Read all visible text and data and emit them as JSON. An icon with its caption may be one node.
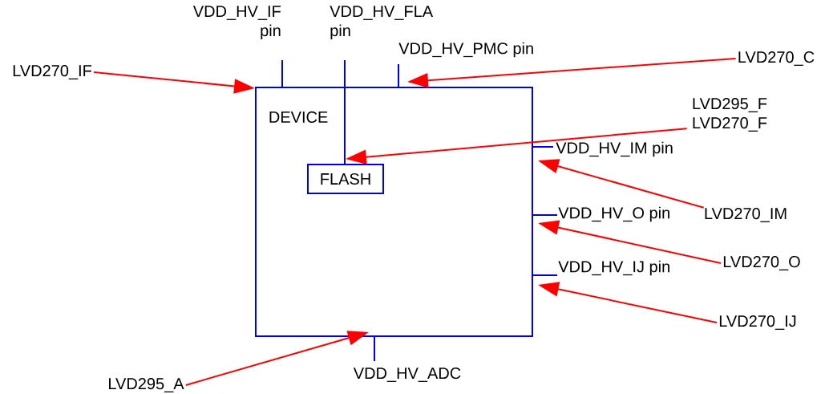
{
  "diagram": {
    "nodes": [
      {
        "text": [
          "DEVICE"
        ]
      },
      {
        "text": [
          "FLASH"
        ],
        "in": 0
      },
      {
        "text": [
          "LVD270_IF"
        ]
      },
      {
        "text": [
          "LVD270_C"
        ]
      },
      {
        "text": [
          "LVD295_F",
          "LVD270_F"
        ]
      },
      {
        "text": [
          "LVD270_IM"
        ]
      },
      {
        "text": [
          "LVD270_O"
        ]
      },
      {
        "text": [
          "LVD270_IJ"
        ]
      },
      {
        "text": [
          "LVD295_A"
        ]
      }
    ],
    "edges": [
      {
        "from": 2,
        "to": 0,
        "arrow": "to"
      },
      {
        "from": 3,
        "to": 0,
        "arrow": "to"
      },
      {
        "from": 4,
        "to": 1,
        "arrow": "to"
      },
      {
        "from": 5,
        "to": 0,
        "arrow": "to"
      },
      {
        "from": 6,
        "to": 0,
        "arrow": "to"
      },
      {
        "from": 7,
        "to": 0,
        "arrow": "to"
      },
      {
        "from": 8,
        "to": 0,
        "arrow": "to"
      }
    ],
    "labels": [
      "VDD_HV_IF pin",
      "VDD_HV_FLA pin",
      "VDD_HV_PMC pin",
      "VDD_HV_IM pin",
      "VDD_HV_O pin",
      "VDD_HV_IJ pin",
      "VDD_HV_ADC"
    ]
  }
}
